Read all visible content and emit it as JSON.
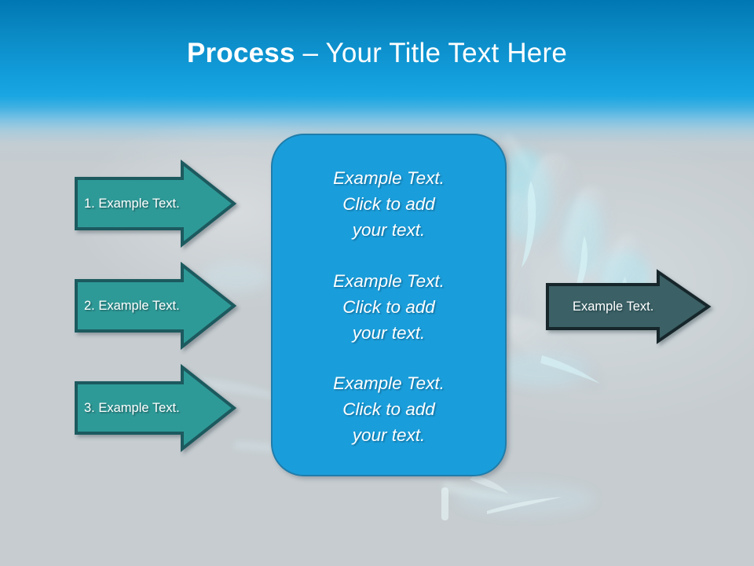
{
  "slide": {
    "title_bold": "Process",
    "title_rest": " – Your Title Text Here",
    "background_top_color": "#0077b2",
    "background_bottom_color": "#c6ccd0"
  },
  "left_arrows": {
    "fill_color": "#2e9a97",
    "border_color": "#1f5a5e",
    "items": [
      {
        "label": "1. Example Text."
      },
      {
        "label": "2. Example Text."
      },
      {
        "label": "3. Example Text."
      }
    ]
  },
  "center_box": {
    "fill_color": "#1a9edb",
    "border_color": "#1f7dab",
    "blocks": [
      {
        "line1": "Example Text.",
        "line2": "Click  to add",
        "line3": "your text."
      },
      {
        "line1": "Example Text.",
        "line2": "Click  to add",
        "line3": "your text."
      },
      {
        "line1": "Example Text.",
        "line2": "Click  to add",
        "line3": "your text."
      }
    ]
  },
  "right_arrow": {
    "label": "Example Text.",
    "fill_color": "#3a6165",
    "border_color": "#16282c"
  }
}
